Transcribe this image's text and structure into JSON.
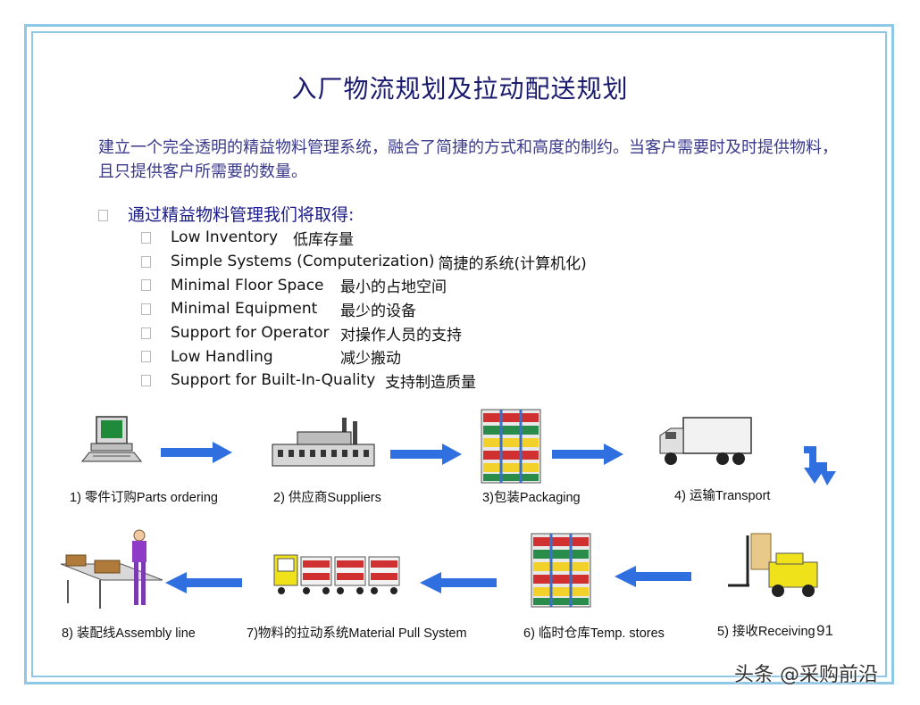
{
  "title": "入厂物流规划及拉动配送规划",
  "intro": "建立一个完全透明的精益物料管理系统，融合了简捷的方式和高度的制约。当客户需要时及时提供物料，且只提供客户所需要的数量。",
  "bullet_heading": "通过精益物料管理我们将取得:",
  "benefits": [
    {
      "en": "Low Inventory",
      "zh": "低库存量"
    },
    {
      "en": "Simple Systems (Computerization)",
      "zh": "简捷的系统(计算机化)"
    },
    {
      "en": "Minimal Floor Space",
      "zh": "最小的占地空间"
    },
    {
      "en": "Minimal Equipment",
      "zh": "最少的设备"
    },
    {
      "en": "Support for Operator",
      "zh": "对操作人员的支持"
    },
    {
      "en": "Low Handling",
      "zh": "减少搬动"
    },
    {
      "en": "Support for Built-In-Quality",
      "zh": "支持制造质量"
    }
  ],
  "steps": [
    {
      "label": "1) 零件订购Parts ordering",
      "icon": "computer-icon"
    },
    {
      "label": "2) 供应商Suppliers",
      "icon": "factory-icon"
    },
    {
      "label": "3)包装Packaging",
      "icon": "rack-icon"
    },
    {
      "label": "4) 运输Transport",
      "icon": "truck-icon"
    },
    {
      "label": "5) 接收Receiving",
      "icon": "forklift-icon"
    },
    {
      "label": "6) 临时仓库Temp. stores",
      "icon": "rack-icon"
    },
    {
      "label": "7)物料的拉动系统Material Pull System",
      "icon": "tugger-train-icon"
    },
    {
      "label": "8) 装配线Assembly line",
      "icon": "assembly-worker-icon"
    }
  ],
  "page_number": "91",
  "watermark": "头条 @采购前沿",
  "colors": {
    "frame": "#8fc7e6",
    "arrow": "#2f6fe0",
    "title": "#1a1a6e"
  }
}
